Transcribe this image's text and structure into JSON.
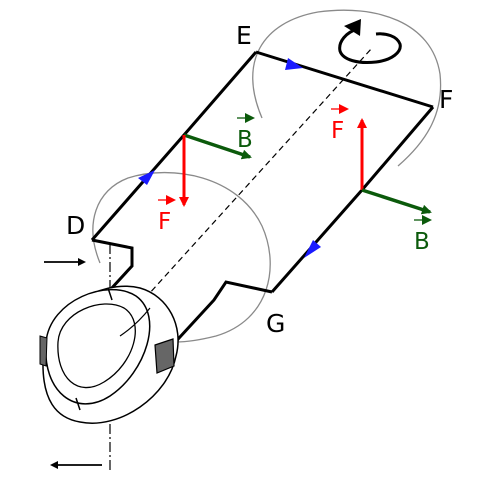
{
  "labels": {
    "point_e": "E",
    "point_f": "F",
    "point_d": "D",
    "point_g": "G"
  },
  "vectors": {
    "force_upper": "F",
    "field_upper": "B",
    "force_lower": "F",
    "field_lower": "B"
  },
  "colors": {
    "wire": "#000000",
    "current_arrow": "#1a1aff",
    "force": "#ff0000",
    "field": "#0b5a0b",
    "rotation_guide": "#7f7f7f",
    "commutator_fill": "#ffffff",
    "brush_fill": "#666666"
  },
  "icons": {
    "rotation": "curved-rotation-arrow-icon",
    "vector_mark": "vector-arrow-overline"
  }
}
